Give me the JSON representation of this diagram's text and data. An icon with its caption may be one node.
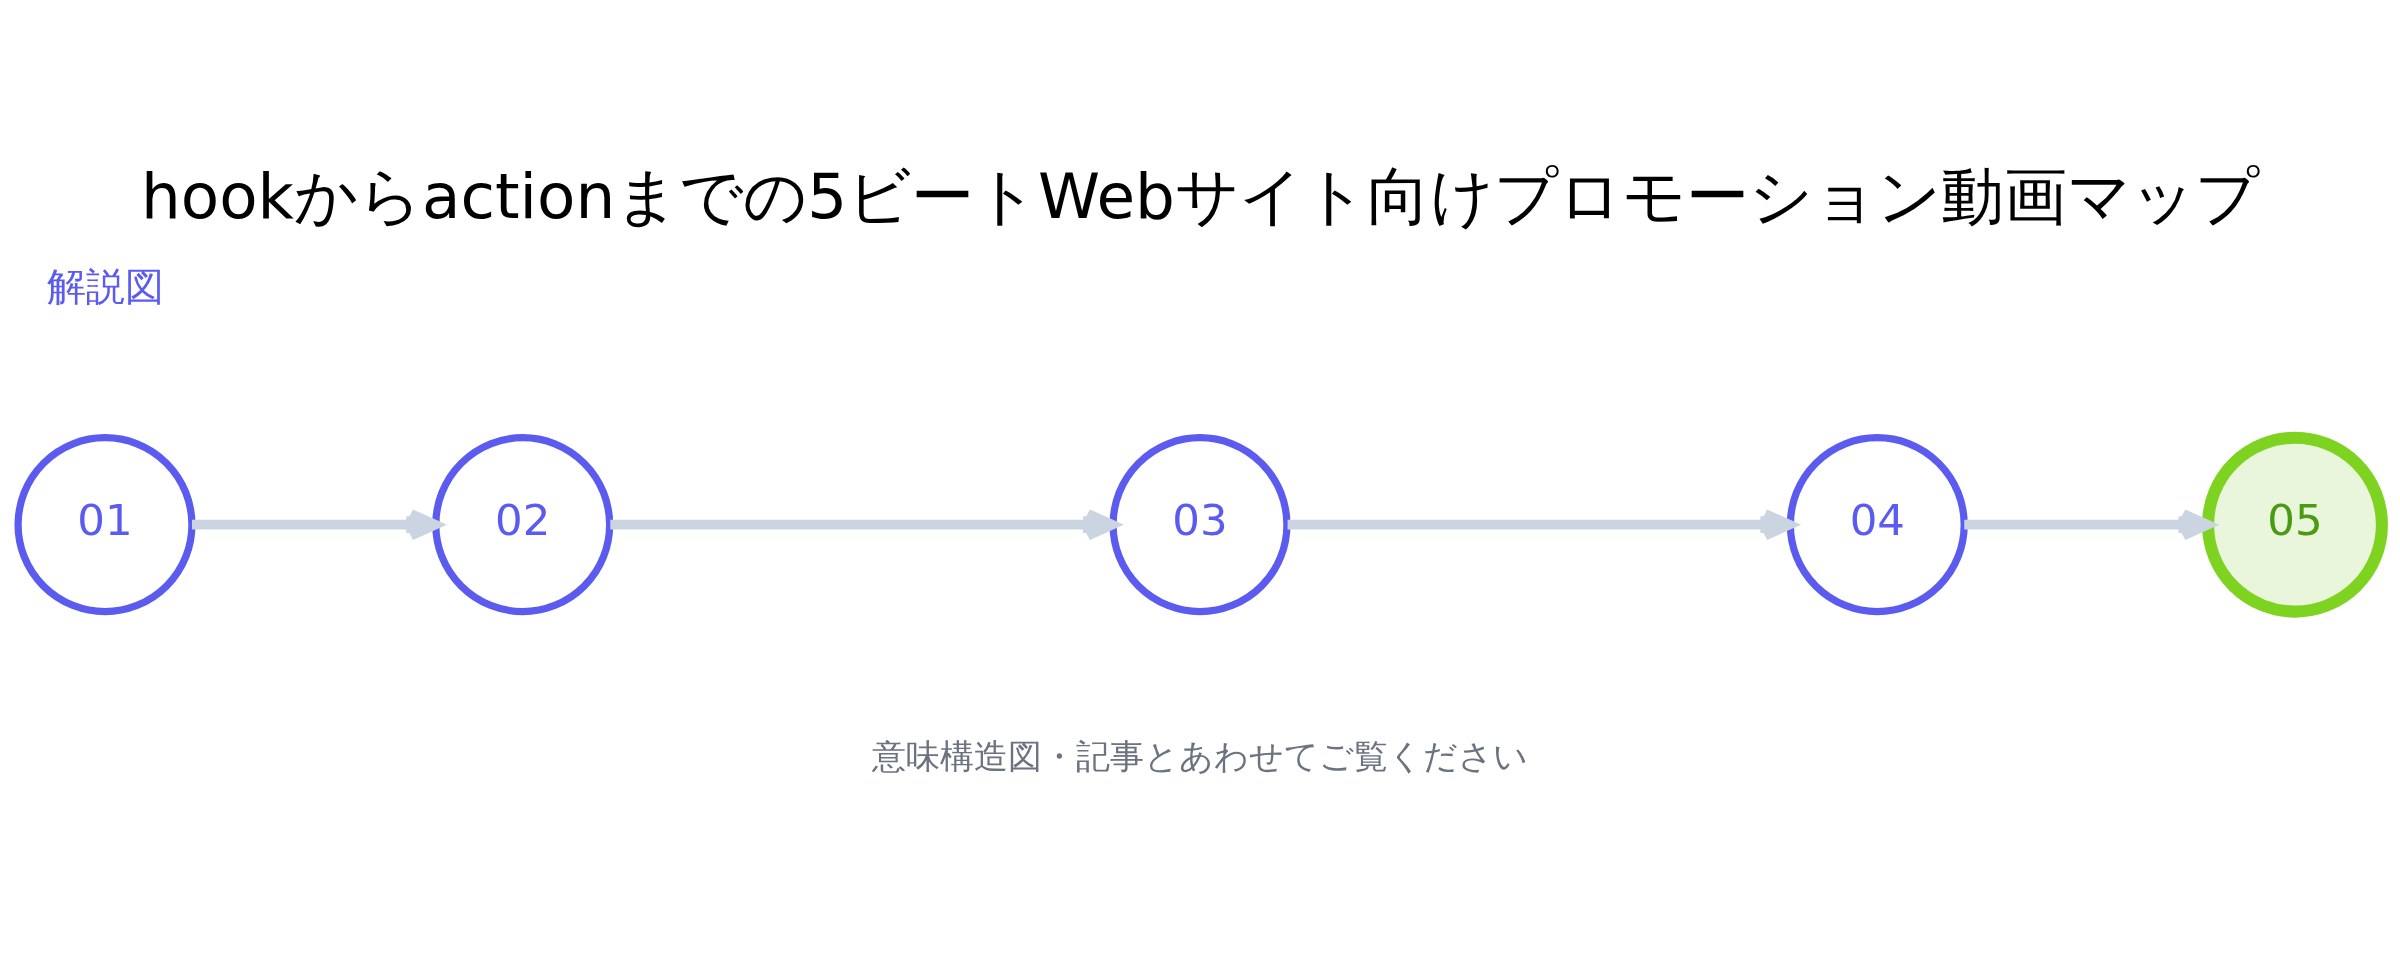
{
  "diagram": {
    "title": "hookからactionまでの5ビートWebサイト向けプロモーション動画マップ",
    "caption": "意味構造図・記事とあわせてご覧ください",
    "nodes": [
      {
        "text": [
          "01"
        ]
      },
      {
        "text": [
          "02"
        ]
      },
      {
        "text": [
          "03"
        ]
      },
      {
        "text": [
          "04"
        ]
      },
      {
        "text": [
          "05"
        ]
      }
    ],
    "edges": [
      {
        "from": 0,
        "to": 1,
        "arrow": "to"
      },
      {
        "from": 1,
        "to": 2,
        "arrow": "to"
      },
      {
        "from": 2,
        "to": 3,
        "arrow": "to"
      },
      {
        "from": 3,
        "to": 4,
        "arrow": "to"
      }
    ],
    "labels": [
      "解説図"
    ]
  }
}
